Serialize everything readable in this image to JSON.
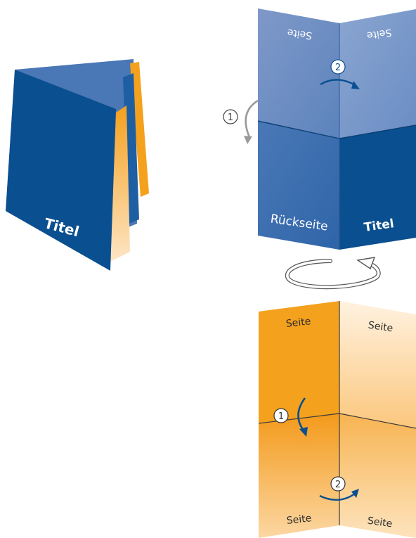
{
  "booklet": {
    "title_label": "Titel"
  },
  "outer_sheet": {
    "top_left_label": "Seite",
    "top_right_label": "Seite",
    "back_label": "Rückseite",
    "front_label": "Titel",
    "step_1": "1",
    "step_2": "2"
  },
  "inner_sheet": {
    "top_left_label": "Seite",
    "top_right_label": "Seite",
    "bottom_left_label": "Seite",
    "bottom_right_label": "Seite",
    "step_1": "1",
    "step_2": "2"
  },
  "colors": {
    "dark_blue": "#0a4f8f",
    "mid_blue": "#5e86bf",
    "light_blue": "#8fa9d3",
    "orange": "#f4a11e",
    "light_orange": "#fde5c4"
  }
}
